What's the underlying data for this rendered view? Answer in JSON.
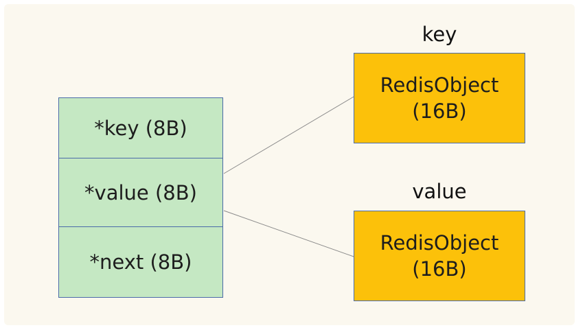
{
  "entry": {
    "fields": [
      {
        "label": "*key (8B)"
      },
      {
        "label": "*value (8B)"
      },
      {
        "label": "*next (8B)"
      }
    ]
  },
  "key_object": {
    "caption": "key",
    "line1": "RedisObject",
    "line2": "(16B)"
  },
  "value_object": {
    "caption": "value",
    "line1": "RedisObject",
    "line2": "(16B)"
  },
  "colors": {
    "entry_fill": "#c5e8c3",
    "object_fill": "#fcc10a",
    "border": "#4a6aa8",
    "background": "#fbf8ef"
  }
}
